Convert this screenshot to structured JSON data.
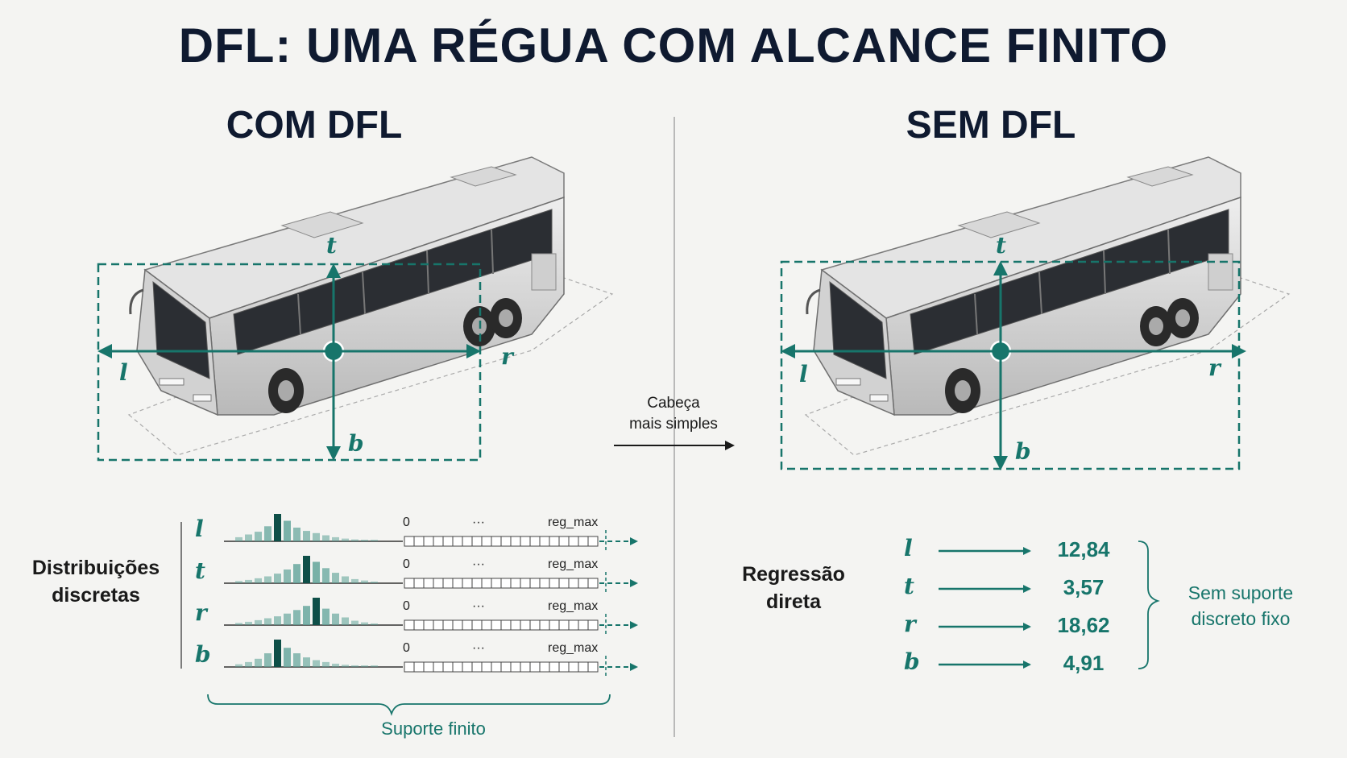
{
  "title": "DFL: UMA RÉGUA COM ALCANCE FINITO",
  "left": {
    "heading": "COM DFL",
    "axes": {
      "t": "t",
      "l": "l",
      "r": "r",
      "b": "b"
    },
    "side_label_line1": "Distribuições",
    "side_label_line2": "discretas",
    "rows": [
      {
        "label": "l",
        "start": "0",
        "dots": "···",
        "end": "reg_max",
        "peak_index": 4,
        "weights": [
          0.15,
          0.25,
          0.35,
          0.55,
          1.0,
          0.75,
          0.5,
          0.38,
          0.3,
          0.22,
          0.15,
          0.1,
          0.07,
          0.05,
          0.04
        ]
      },
      {
        "label": "t",
        "start": "0",
        "dots": "···",
        "end": "reg_max",
        "peak_index": 7,
        "weights": [
          0.08,
          0.12,
          0.18,
          0.25,
          0.35,
          0.5,
          0.7,
          1.0,
          0.78,
          0.55,
          0.38,
          0.25,
          0.15,
          0.1,
          0.06
        ]
      },
      {
        "label": "r",
        "start": "0",
        "dots": "···",
        "end": "reg_max",
        "peak_index": 8,
        "weights": [
          0.08,
          0.12,
          0.18,
          0.25,
          0.32,
          0.42,
          0.55,
          0.7,
          1.0,
          0.6,
          0.42,
          0.28,
          0.16,
          0.1,
          0.06
        ]
      },
      {
        "label": "b",
        "start": "0",
        "dots": "···",
        "end": "reg_max",
        "peak_index": 4,
        "weights": [
          0.1,
          0.18,
          0.3,
          0.5,
          1.0,
          0.7,
          0.5,
          0.35,
          0.25,
          0.18,
          0.12,
          0.08,
          0.06,
          0.04,
          0.03
        ]
      }
    ],
    "brace_label": "Suporte finito"
  },
  "middle": {
    "line1": "Cabeça",
    "line2": "mais simples"
  },
  "right": {
    "heading": "SEM DFL",
    "axes": {
      "t": "t",
      "l": "l",
      "r": "r",
      "b": "b"
    },
    "side_label_line1": "Regressão",
    "side_label_line2": "direta",
    "rows": [
      {
        "label": "l",
        "value": "12,84"
      },
      {
        "label": "t",
        "value": "3,57"
      },
      {
        "label": "r",
        "value": "18,62"
      },
      {
        "label": "b",
        "value": "4,91"
      }
    ],
    "brace_label_line1": "Sem suporte",
    "brace_label_line2": "discreto fixo"
  },
  "colors": {
    "accent": "#17756b",
    "dark_bar": "#0e4f48",
    "text": "#0f1a30"
  }
}
